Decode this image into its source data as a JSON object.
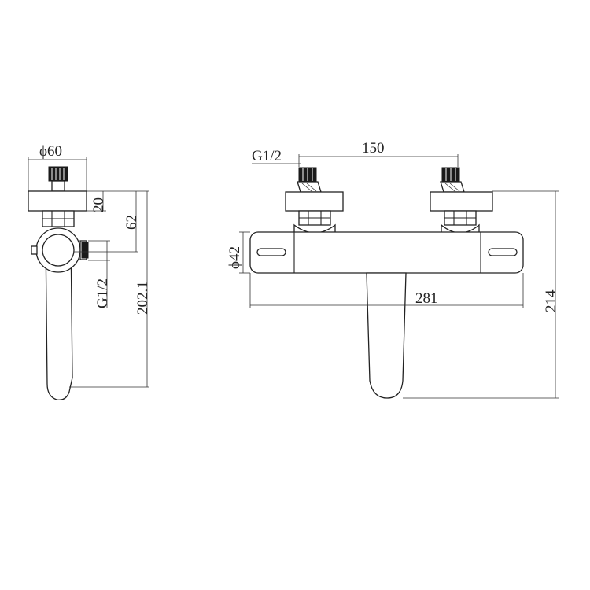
{
  "colors": {
    "line": "#222222",
    "background": "#ffffff"
  },
  "side_view": {
    "diameter_label": "ϕ60",
    "height_20": "20",
    "height_62": "62",
    "height_total": "202.1",
    "thread_label": "G1/2"
  },
  "front_view": {
    "thread_label": "G1/2",
    "spacing_label": "150",
    "diameter_label": "ϕ42",
    "width_label": "281",
    "height_label": "214"
  }
}
